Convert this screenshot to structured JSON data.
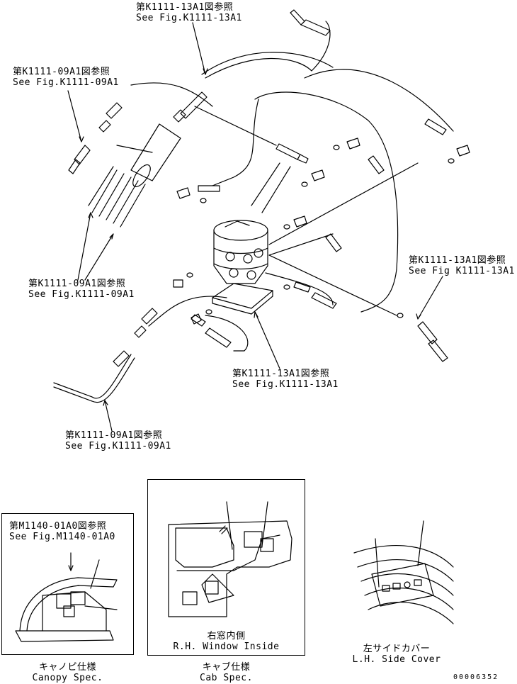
{
  "main_refs": [
    {
      "jp": "第K1111-13A1図参照",
      "en": "See Fig.K1111-13A1"
    },
    {
      "jp": "第K1111-09A1図参照",
      "en": "See Fig.K1111-09A1"
    },
    {
      "jp": "第K1111-09A1図参照",
      "en": "See Fig.K1111-09A1"
    },
    {
      "jp": "第K1111-13A1図参照",
      "en": "See Fig K1111-13A1"
    },
    {
      "jp": "第K1111-13A1図参照",
      "en": "See Fig.K1111-13A1"
    },
    {
      "jp": "第K1111-09A1図参照",
      "en": "See Fig.K1111-09A1"
    }
  ],
  "canopy": {
    "ref_jp": "第M1140-01A0図参照",
    "ref_en": "See Fig.M1140-01A0",
    "caption_jp": "キャノピ仕様",
    "caption_en": "Canopy Spec."
  },
  "cab": {
    "inner_jp": "右窓内側",
    "inner_en": "R.H. Window Inside",
    "caption_jp": "キャブ仕様",
    "caption_en": "Cab Spec."
  },
  "side_cover": {
    "caption_jp": "左サイドカバー",
    "caption_en": "L.H. Side Cover"
  },
  "drawing_number": "00006352"
}
